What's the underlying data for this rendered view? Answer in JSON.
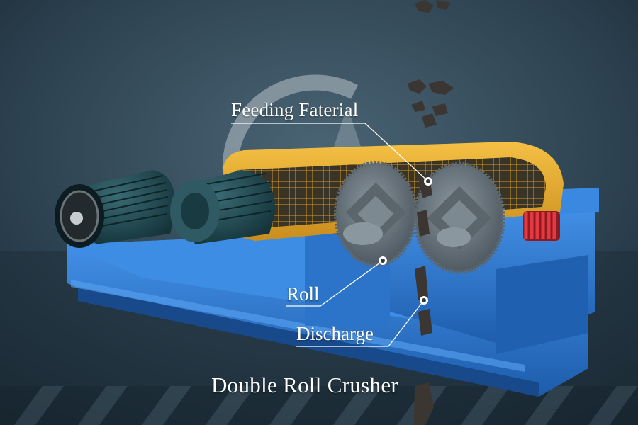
{
  "colors": {
    "background_top": "#3a5263",
    "background_bottom": "#1c2c37",
    "frame_blue": "#2f7fd6",
    "frame_blue_dark": "#1c5aa6",
    "belt_guard_yellow": "#e8a92a",
    "motor_teal": "#21474f",
    "roll_gray": "#6f7c85",
    "spring_red": "#c8252b",
    "label_white": "#ffffff"
  },
  "labels": {
    "feeding": "Feeding Faterial",
    "roll": "Roll",
    "discharge": "Discharge",
    "title": "Double Roll Crusher"
  },
  "icons": {
    "logo": "crescent-arc-logo-watermark",
    "callout_marker": "white-ring-dot"
  }
}
